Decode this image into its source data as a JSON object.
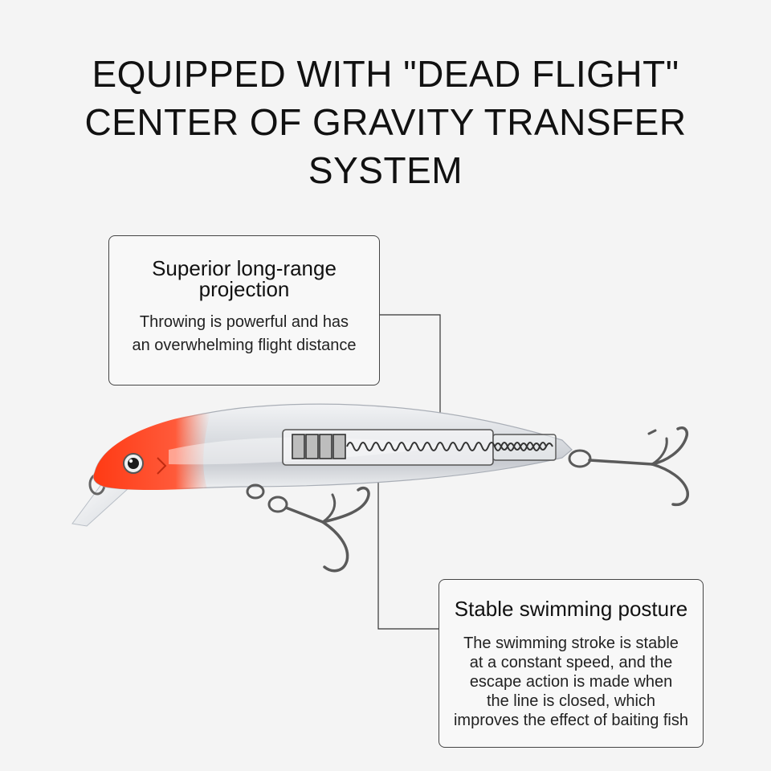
{
  "headline": {
    "line1": "EQUIPPED WITH \"DEAD FLIGHT\"",
    "line2": "CENTER OF GRAVITY TRANSFER",
    "line3": "SYSTEM"
  },
  "callouts": [
    {
      "title_line1": "Superior long-range",
      "title_line2": "projection",
      "body_line1": "Throwing is powerful and has",
      "body_line2": "an overwhelming flight distance"
    },
    {
      "title": "Stable swimming posture",
      "body_line1": "The swimming stroke is stable",
      "body_line2": "at a constant speed, and the",
      "body_line3": "escape action is made when",
      "body_line4": "the line is closed, which",
      "body_line5": "improves the effect of baiting fish"
    }
  ],
  "colors": {
    "background": "#f4f4f4",
    "head": "#ff3b1a",
    "body": "#e6e8ec",
    "hook": "#5a5a5a"
  },
  "icons": [
    "fishing-lure-icon",
    "treble-hook-icon",
    "weight-balls-icon",
    "spring-icon"
  ]
}
